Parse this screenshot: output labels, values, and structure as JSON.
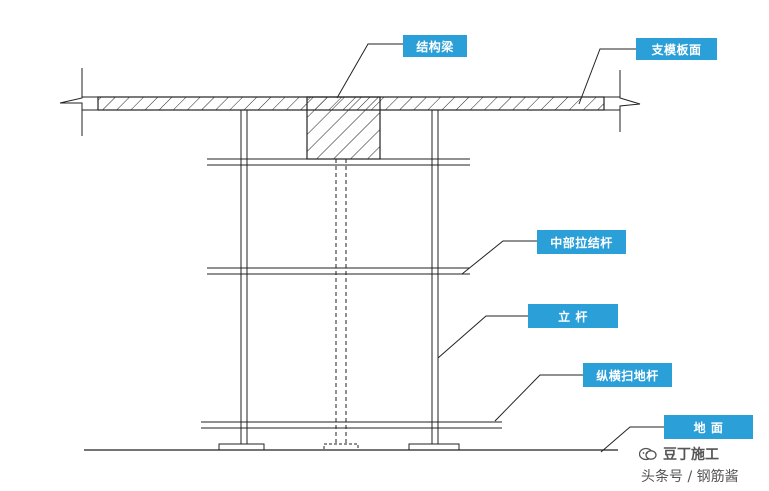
{
  "labels": {
    "beam": "结构梁",
    "formwork_panel": "支模板面",
    "middle_tie_bar": "中部拉结杆",
    "upright_pole": "立 杆",
    "sweeping_bar": "纵横扫地杆",
    "ground": "地 面"
  },
  "watermark": {
    "brand": "豆丁施工",
    "source": "头条号 / 钢筋酱"
  },
  "colors": {
    "label_bg": "#2a9fd8",
    "label_text": "#ffffff",
    "line": "#222222"
  }
}
